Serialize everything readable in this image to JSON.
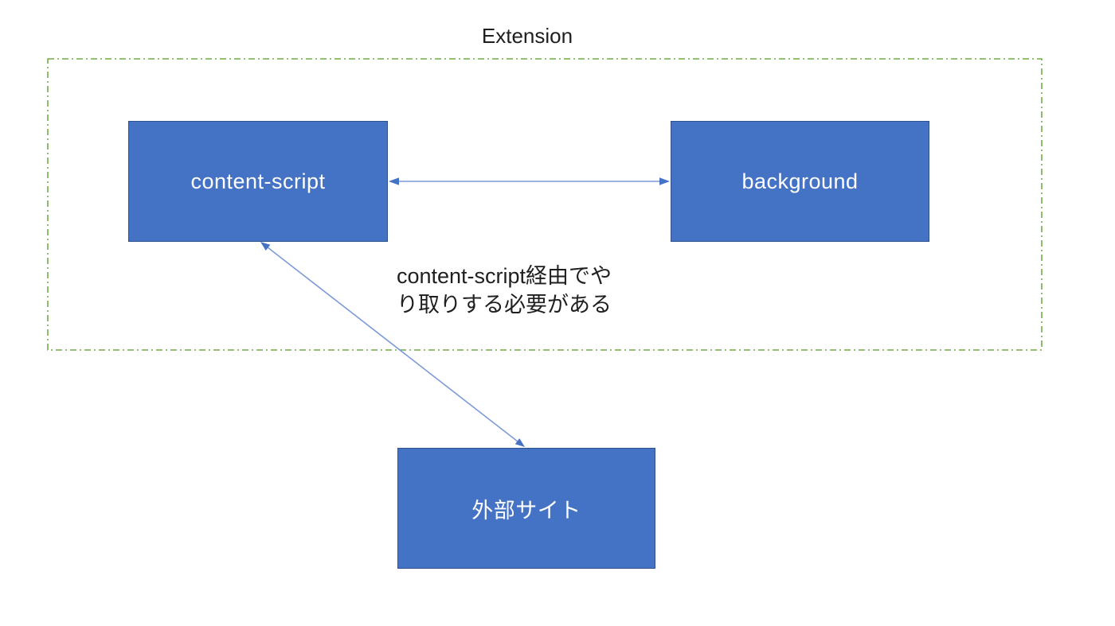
{
  "diagram": {
    "title": "Extension",
    "nodes": {
      "content_script": {
        "label": "content-script"
      },
      "background": {
        "label": "background"
      },
      "external_site": {
        "label": "外部サイト"
      }
    },
    "annotation": {
      "line1": "content-script経由でや",
      "line2": "り取りする必要がある"
    },
    "colors": {
      "node_fill": "#4472C4",
      "node_border": "#2F528F",
      "node_text": "#ffffff",
      "connector_line": "#7d9bd8",
      "connector_head": "#4472C4",
      "boundary": "#70AD47",
      "text": "#1f1f1f",
      "canvas_bg": "#ffffff"
    }
  }
}
